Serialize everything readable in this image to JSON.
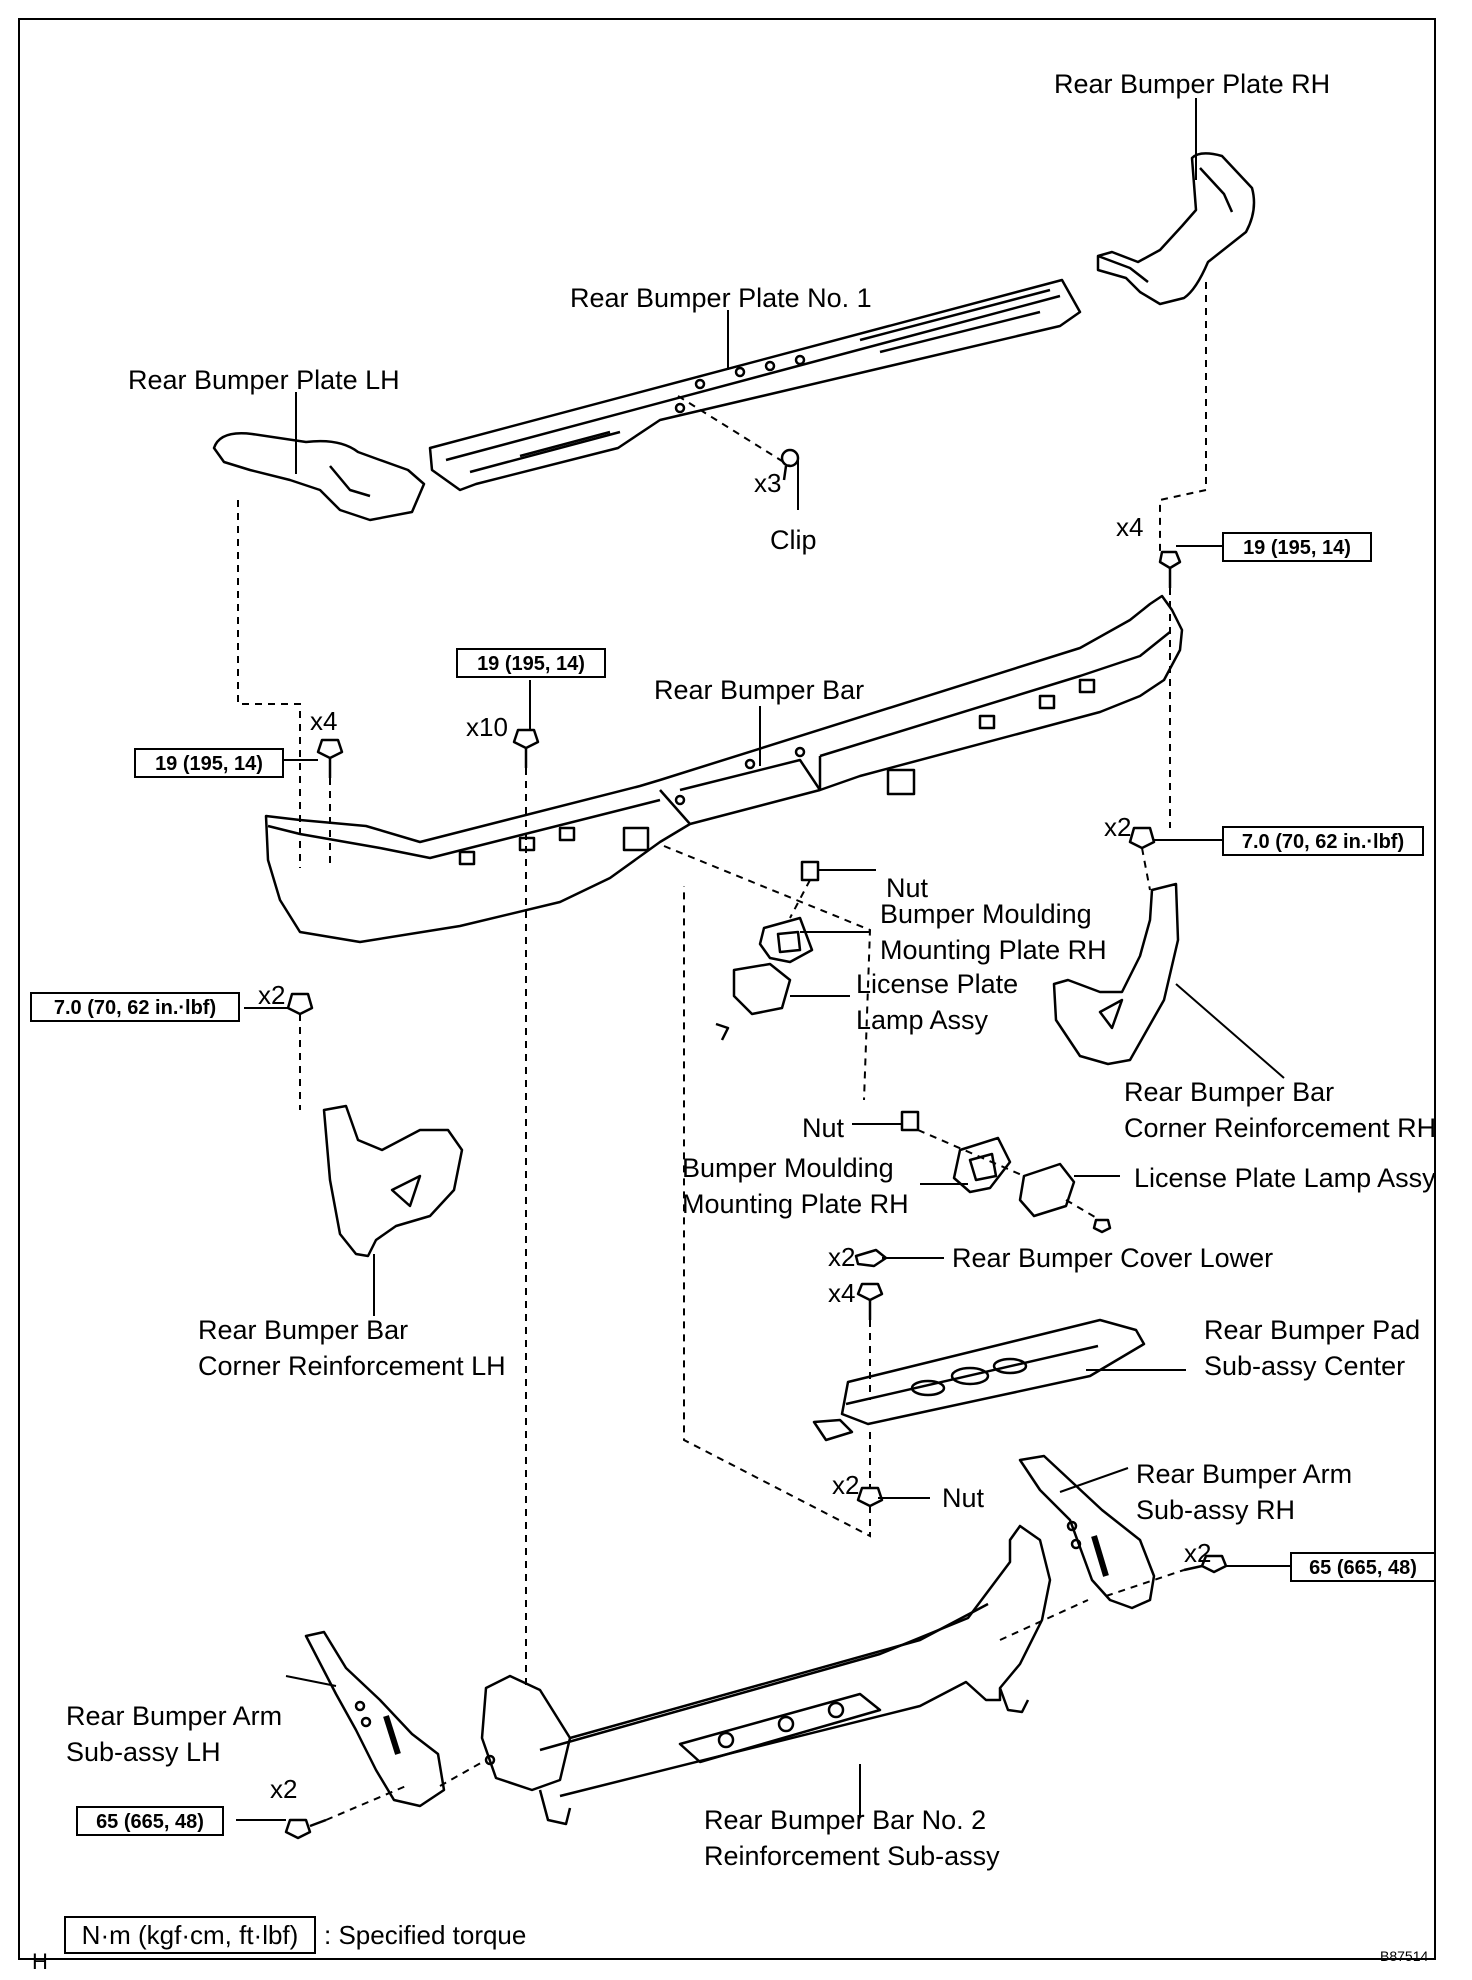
{
  "labels": {
    "rear_bumper_plate_rh": "Rear Bumper Plate RH",
    "rear_bumper_plate_no1": "Rear Bumper Plate No. 1",
    "rear_bumper_plate_lh": "Rear Bumper Plate LH",
    "clip": "Clip",
    "rear_bumper_bar": "Rear Bumper Bar",
    "nut_upper": "Nut",
    "bumper_moulding_upper_1": "Bumper Moulding",
    "bumper_moulding_upper_2": "Mounting Plate RH",
    "license_lamp_upper_1": "License Plate",
    "license_lamp_upper_2": "Lamp Assy",
    "corner_rh_1": "Rear Bumper Bar",
    "corner_rh_2": "Corner Reinforcement RH",
    "nut_middle": "Nut",
    "bumper_moulding_lower_1": "Bumper Moulding",
    "bumper_moulding_lower_2": "Mounting Plate RH",
    "license_lamp_lower": "License Plate Lamp Assy",
    "cover_lower": "Rear Bumper Cover Lower",
    "pad_center_1": "Rear Bumper Pad",
    "pad_center_2": "Sub-assy  Center",
    "corner_lh_1": "Rear Bumper Bar",
    "corner_lh_2": "Corner Reinforcement LH",
    "nut_lower": "Nut",
    "arm_rh_1": "Rear Bumper Arm",
    "arm_rh_2": "Sub-assy  RH",
    "arm_lh_1": "Rear Bumper Arm",
    "arm_lh_2": "Sub-assy  LH",
    "bar_no2_1": "Rear Bumper Bar No. 2",
    "bar_no2_2": "Reinforcement Sub-assy"
  },
  "torques": {
    "rh_plate_bolt": "19 (195, 14)",
    "bar_top_bolt": "19 (195, 14)",
    "lh_plate_bolt": "19 (195, 14)",
    "rh_nut": "7.0 (70, 62 in.·lbf)",
    "lh_nut": "7.0 (70, 62 in.·lbf)",
    "rh_arm_bolt": "65 (665, 48)",
    "lh_arm_bolt": "65 (665, 48)"
  },
  "quantities": {
    "clip": "x3",
    "rh_plate_bolt": "x4",
    "lh_plate_bolt": "x4",
    "bar_top_bolt": "x10",
    "rh_nut": "x2",
    "lh_nut": "x2",
    "cover_lower": "x2",
    "pad_bolt": "x4",
    "pad_nut": "x2",
    "rh_arm_bolt": "x2",
    "lh_arm_bolt": "x2"
  },
  "legend": {
    "unit_box": "N·m (kgf·cm, ft·lbf)",
    "text": ": Specified torque"
  },
  "corner_marks": {
    "left": "H",
    "right": "B87514"
  }
}
